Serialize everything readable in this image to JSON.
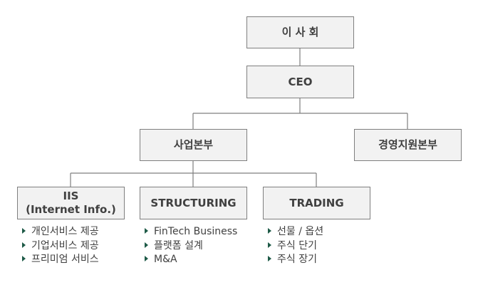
{
  "org_chart": {
    "board": "이 사 회",
    "ceo": "CEO",
    "business_division": "사업본부",
    "management_support": "경영지원본부",
    "teams": [
      {
        "title_line1": "IIS",
        "title_line2": "(Internet Info.)",
        "items": [
          "개인서비스 제공",
          "기업서비스 제공",
          "프리미엄 서비스"
        ]
      },
      {
        "title_line1": "STRUCTURING",
        "title_line2": "",
        "items": [
          "FinTech Business",
          "플랫폼 설계",
          "M&A"
        ]
      },
      {
        "title_line1": "TRADING",
        "title_line2": "",
        "items": [
          "선물 / 옵션",
          "주식 단기",
          "주식 장기"
        ]
      }
    ],
    "colors": {
      "box_fill": "#f2f2f2",
      "box_border": "#7f7f7f",
      "text": "#404040",
      "bullet": "#1e5a47"
    }
  }
}
